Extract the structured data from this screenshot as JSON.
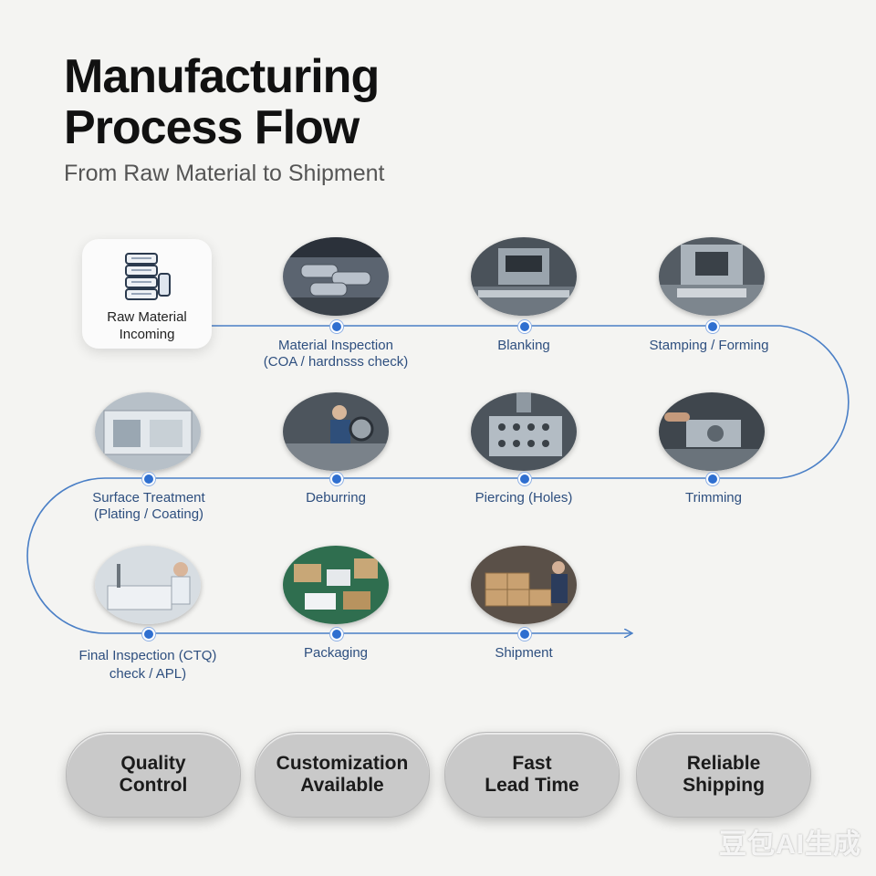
{
  "header": {
    "title_line1": "Manufacturing",
    "title_line2": "Process Flow",
    "subtitle": "From Raw Material to Shipment"
  },
  "flow": {
    "line_color": "#4a7fc6",
    "dot_color": "#2f6fd0",
    "start": {
      "label_line1": "Raw Material",
      "label_line2": "Incoming",
      "icon": "raw-material-stack-icon"
    },
    "steps": [
      {
        "label_line1": "Material Inspection",
        "label_line2": "(COA / hardnsss check)",
        "photo": "material-inspection-photo"
      },
      {
        "label_line1": "Blanking",
        "label_line2": "",
        "photo": "blanking-photo"
      },
      {
        "label_line1": "Stamping / Forming",
        "label_line2": "",
        "photo": "stamping-forming-photo"
      },
      {
        "label_line1": "Trimming",
        "label_line2": "",
        "photo": "trimming-photo"
      },
      {
        "label_line1": "Piercing (Holes)",
        "label_line2": "",
        "photo": "piercing-photo"
      },
      {
        "label_line1": "Deburring",
        "label_line2": "",
        "photo": "deburring-photo"
      },
      {
        "label_line1": "Surface Treatment",
        "label_line2": "(Plating / Coating)",
        "photo": "surface-treatment-photo"
      },
      {
        "label_line1": "Final Inspection (CTQ)",
        "label_line2": "check / APL)",
        "photo": "final-inspection-photo"
      },
      {
        "label_line1": "Packaging",
        "label_line2": "",
        "photo": "packaging-photo"
      },
      {
        "label_line1": "Shipment",
        "label_line2": "",
        "photo": "shipment-photo"
      }
    ]
  },
  "features": [
    {
      "line1": "Quality",
      "line2": "Control"
    },
    {
      "line1": "Customization",
      "line2": "Available"
    },
    {
      "line1": "Fast",
      "line2": "Lead Time"
    },
    {
      "line1": "Reliable",
      "line2": "Shipping"
    }
  ],
  "watermark": "豆包AI生成"
}
